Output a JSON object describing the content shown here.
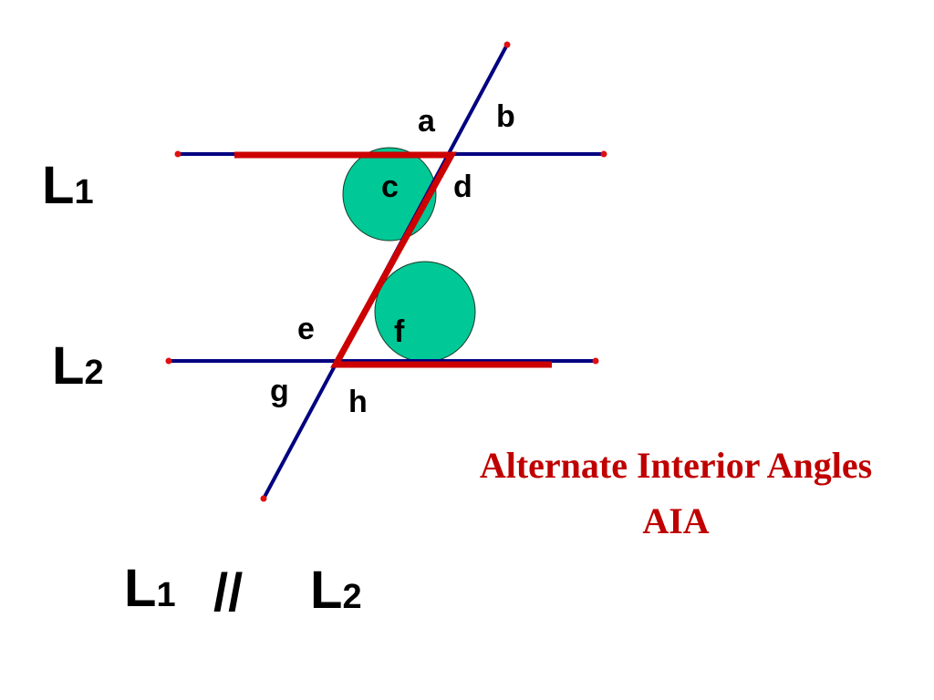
{
  "colors": {
    "line": "#000080",
    "highlight": "#cc0000",
    "angle_fill": "#00c896",
    "endpoint": "#e01010",
    "text": "#000000",
    "caption": "#c00000"
  },
  "angle_labels": {
    "a": "a",
    "b": "b",
    "c": "c",
    "d": "d",
    "e": "e",
    "f": "f",
    "g": "g",
    "h": "h"
  },
  "line_labels": {
    "l1": {
      "letter": "L",
      "sub": "1"
    },
    "l2": {
      "letter": "L",
      "sub": "2"
    }
  },
  "statement": {
    "left": {
      "letter": "L",
      "sub": "1"
    },
    "symbol": "//",
    "right": {
      "letter": "L",
      "sub": "2"
    }
  },
  "caption": {
    "line1": "Alternate Interior Angles",
    "line2": "AIA"
  }
}
